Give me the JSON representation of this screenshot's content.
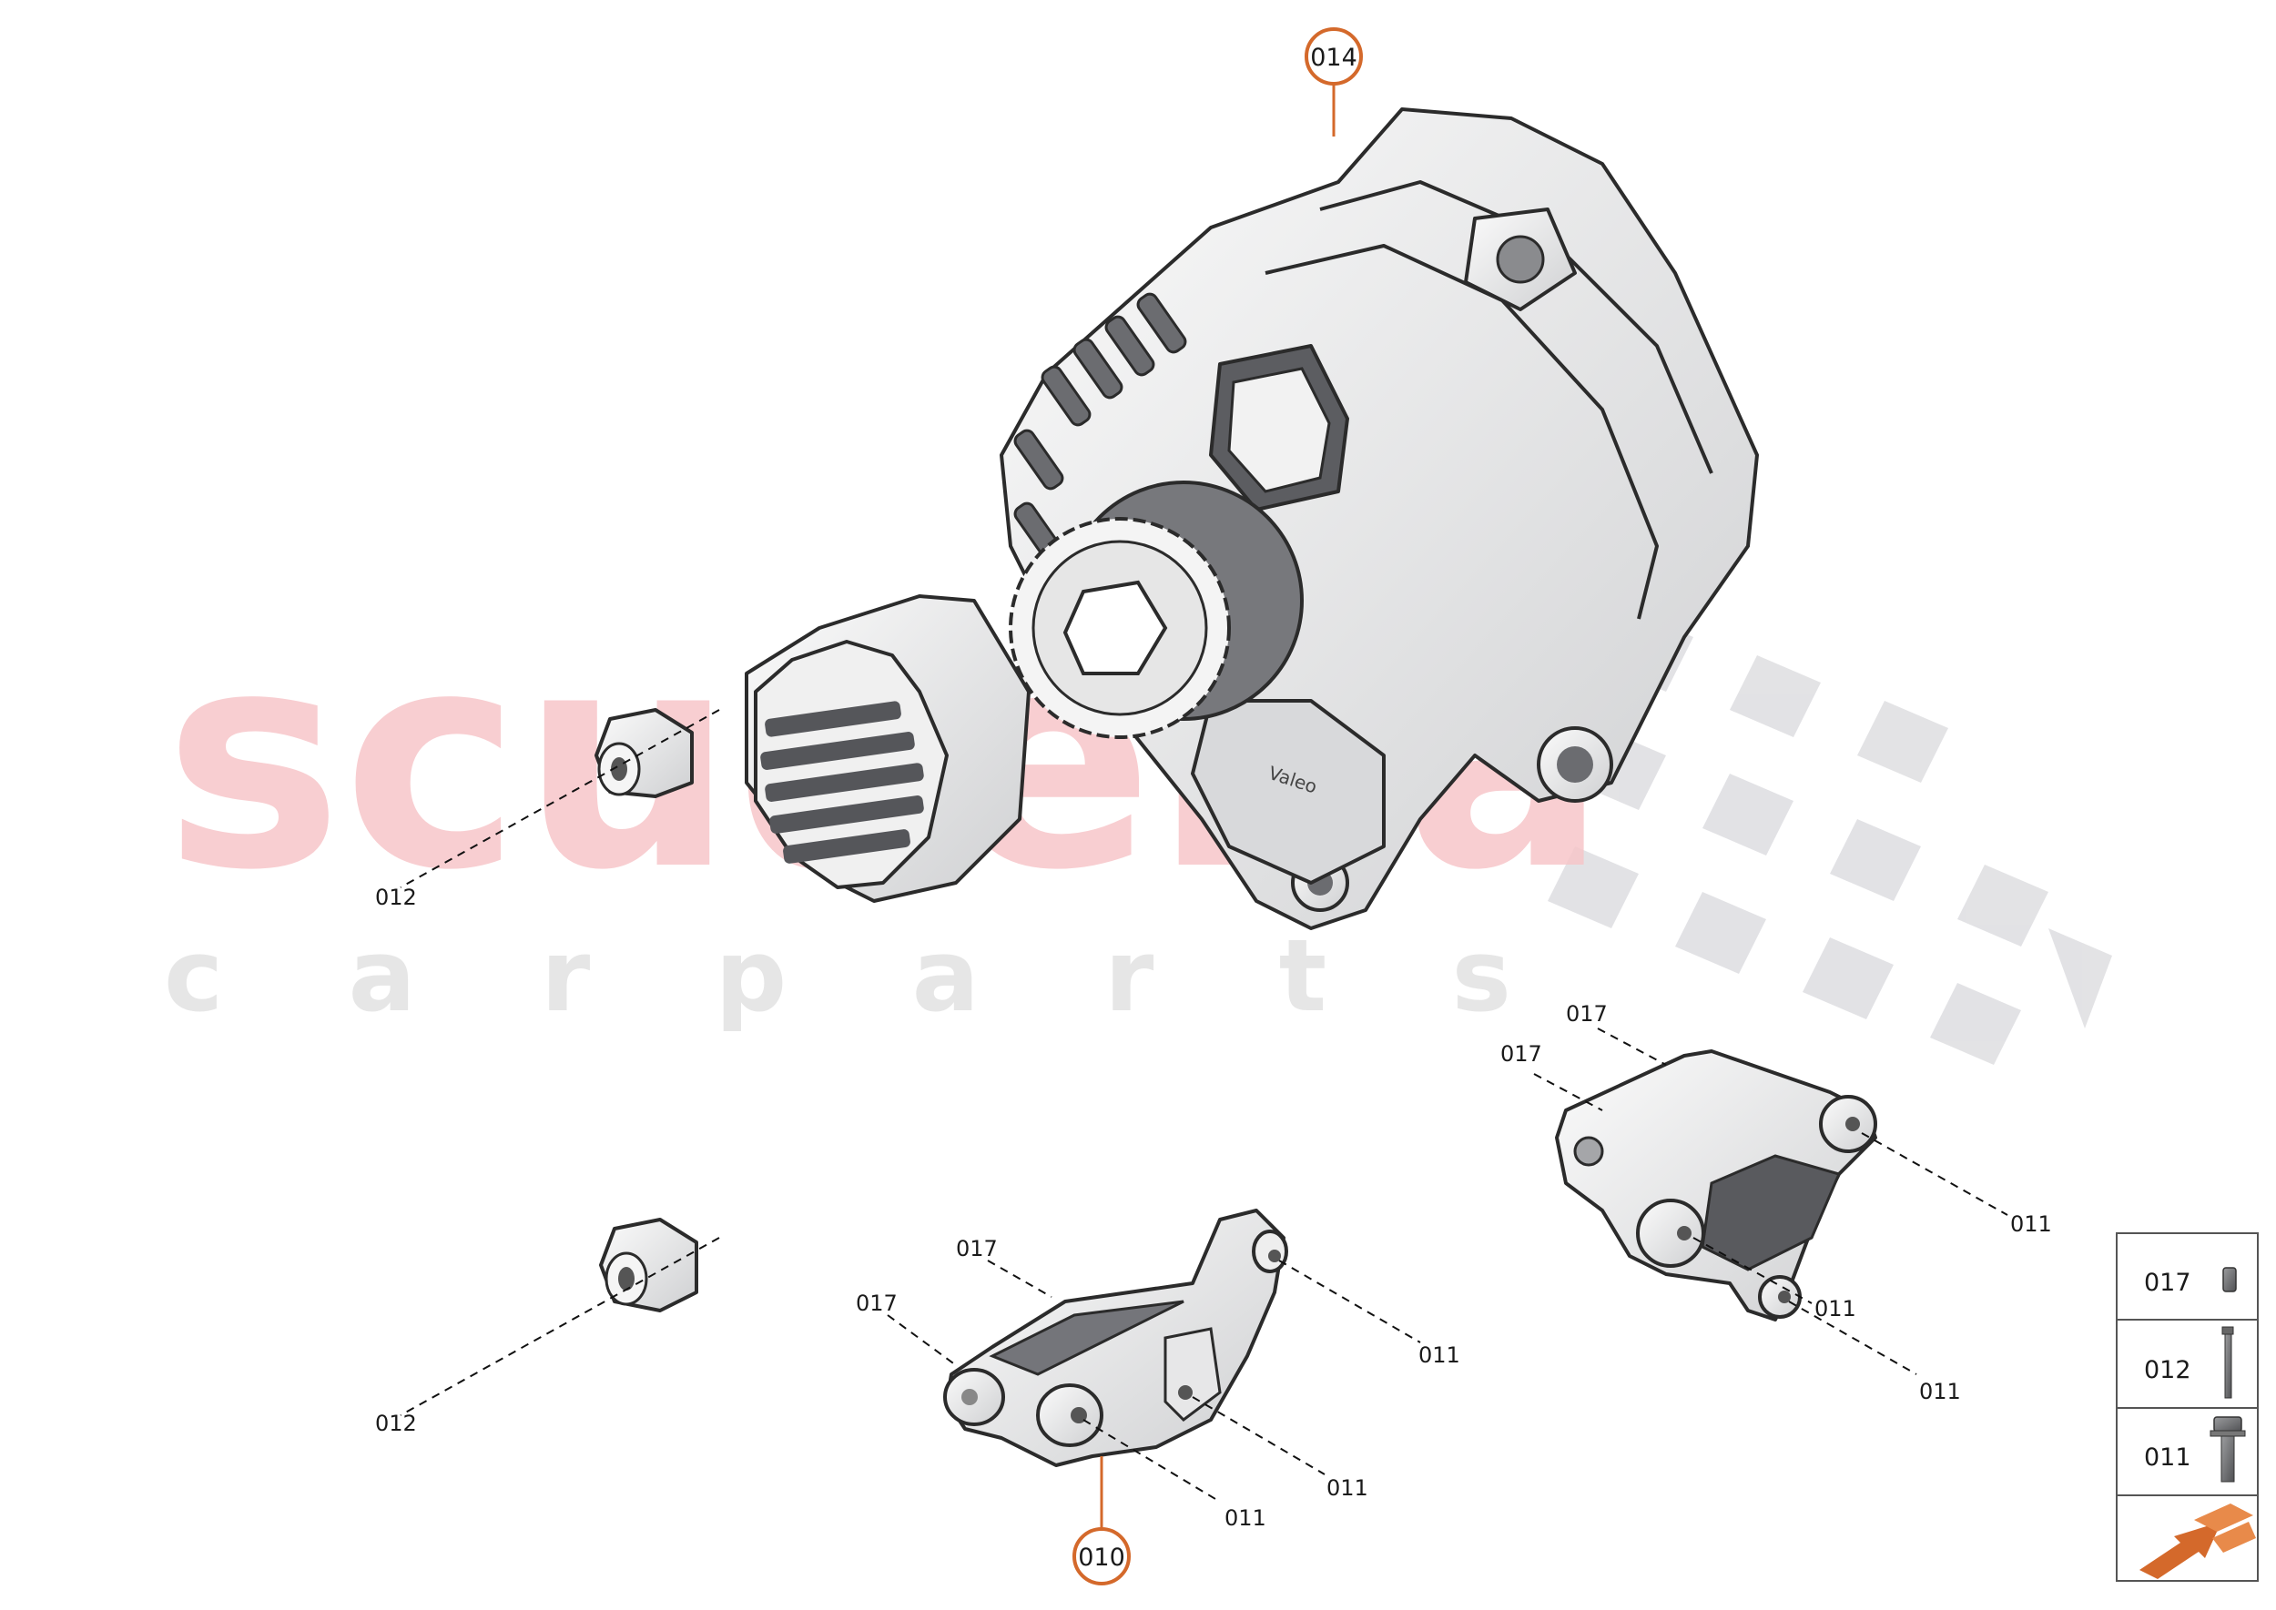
{
  "watermark": {
    "brand": "scuderia",
    "tagline": "c a r   p a r t s"
  },
  "callouts": {
    "alternator_ref": "014",
    "lower_bracket_ref": "010",
    "labels": [
      {
        "id": "c1",
        "text": "012"
      },
      {
        "id": "c2",
        "text": "012"
      },
      {
        "id": "c3",
        "text": "017"
      },
      {
        "id": "c4",
        "text": "017"
      },
      {
        "id": "c5",
        "text": "011"
      },
      {
        "id": "c6",
        "text": "011"
      },
      {
        "id": "c7",
        "text": "011"
      },
      {
        "id": "c8",
        "text": "017"
      },
      {
        "id": "c9",
        "text": "017"
      },
      {
        "id": "c10",
        "text": "011"
      },
      {
        "id": "c11",
        "text": "011"
      },
      {
        "id": "c12",
        "text": "011"
      }
    ]
  },
  "legend": {
    "items": [
      {
        "code": "017",
        "icon": "spacer-icon"
      },
      {
        "code": "012",
        "icon": "stud-icon"
      },
      {
        "code": "011",
        "icon": "bolt-icon"
      }
    ],
    "footer_icon": "direction-arrow-icon"
  },
  "alternator": {
    "brand_text": "Valeo"
  },
  "colors": {
    "accent": "#d4692b",
    "watermark_red": "#f7c6c9",
    "watermark_grey": "#e6e6e6",
    "line": "#111111"
  }
}
